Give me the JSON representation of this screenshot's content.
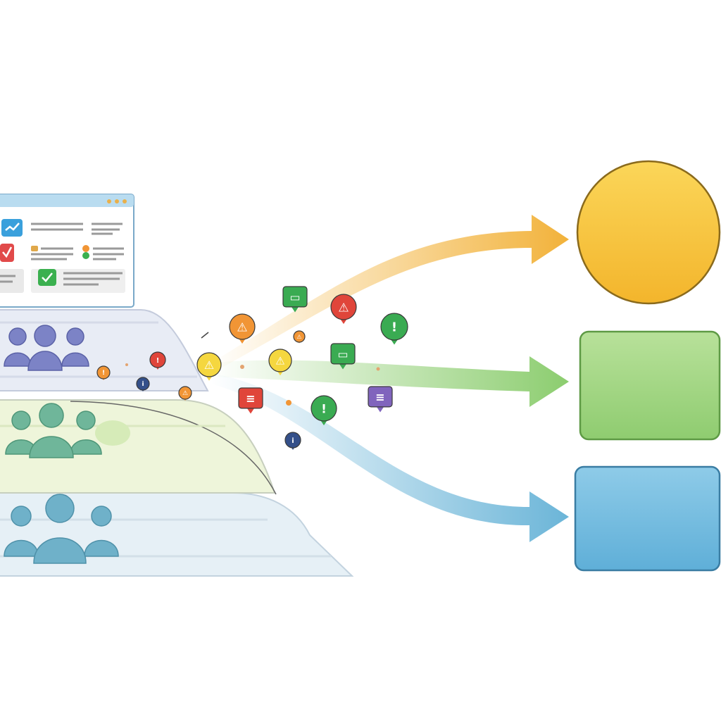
{
  "colors": {
    "background": "#ffffff",
    "window_titlebar": "#b9dcf0",
    "window_border": "#7aa9c9",
    "window_body": "#ffffff",
    "content_line": "#9a9a9a",
    "tile_blue": "#3aa0dc",
    "tile_red": "#e14a4a",
    "tile_green": "#3bb04f",
    "tile_gray": "#e9e9e9",
    "layer_top_people": "#7c83c6",
    "layer_mid_people": "#6fb69a",
    "layer_bottom_people": "#6fb1c9",
    "layer_top_fill": "#e8ecf5",
    "layer_mid_fill": "#eef5da",
    "layer_bottom_fill": "#e6f0f6",
    "arrow_top": "#f2b23a",
    "arrow_mid": "#8ccd6f",
    "arrow_bottom": "#6bb5d8",
    "circle_fill": "#f7c535",
    "circle_stroke": "#8a6a1c",
    "green_box_fill": "#9fd47f",
    "green_box_stroke": "#5e9a45",
    "blue_box_fill": "#74bde0",
    "blue_box_stroke": "#3a7da3",
    "bubble_green": "#3aab52",
    "bubble_red": "#e0453a",
    "bubble_orange": "#f19535",
    "bubble_yellow": "#f5d73f",
    "bubble_purple": "#8064bd",
    "bubble_navy": "#34508a"
  },
  "window": {
    "title_dots": [
      "#e9b04b",
      "#e9b04b",
      "#e9b04b"
    ],
    "tiles": [
      {
        "icon": "check-trend-icon",
        "color": "#3aa0dc"
      },
      {
        "icon": "checkmark-icon",
        "color": "#e14a4a"
      },
      {
        "icon": "check-badge-icon",
        "color": "#3bb04f"
      }
    ]
  },
  "layers": [
    {
      "name": "top",
      "people_color": "#7c83c6"
    },
    {
      "name": "middle",
      "people_color": "#6fb69a"
    },
    {
      "name": "bottom",
      "people_color": "#6fb1c9"
    }
  ],
  "bubbles": [
    {
      "icon": "message-icon",
      "color": "#3aab52",
      "glyph": "▭"
    },
    {
      "icon": "person-alert-icon",
      "color": "#e0453a",
      "glyph": "⚠"
    },
    {
      "icon": "exclamation-icon",
      "color": "#3aab52",
      "glyph": "!"
    },
    {
      "icon": "warning-icon",
      "color": "#f19535",
      "glyph": "⚠"
    },
    {
      "icon": "warning-icon",
      "color": "#f5d73f",
      "glyph": "⚠"
    },
    {
      "icon": "message-icon",
      "color": "#3aab52",
      "glyph": "▭"
    },
    {
      "icon": "warning-icon",
      "color": "#f5d73f",
      "glyph": "⚠"
    },
    {
      "icon": "list-icon",
      "color": "#e0453a",
      "glyph": "≡"
    },
    {
      "icon": "exclamation-icon",
      "color": "#3aab52",
      "glyph": "!"
    },
    {
      "icon": "list-icon",
      "color": "#8064bd",
      "glyph": "≡"
    },
    {
      "icon": "info-icon",
      "color": "#34508a",
      "glyph": "i"
    },
    {
      "icon": "warning-icon",
      "color": "#f19535",
      "glyph": "⚠"
    },
    {
      "icon": "alert-icon",
      "color": "#e0453a",
      "glyph": "!"
    },
    {
      "icon": "alert-icon",
      "color": "#f19535",
      "glyph": "!"
    },
    {
      "icon": "info-icon",
      "color": "#34508a",
      "glyph": "i"
    },
    {
      "icon": "warning-icon",
      "color": "#f19535",
      "glyph": "⚠"
    }
  ],
  "destinations": [
    {
      "shape": "circle",
      "color": "#f7c535"
    },
    {
      "shape": "rounded-rectangle",
      "color": "#9fd47f"
    },
    {
      "shape": "rounded-rectangle",
      "color": "#74bde0"
    }
  ]
}
